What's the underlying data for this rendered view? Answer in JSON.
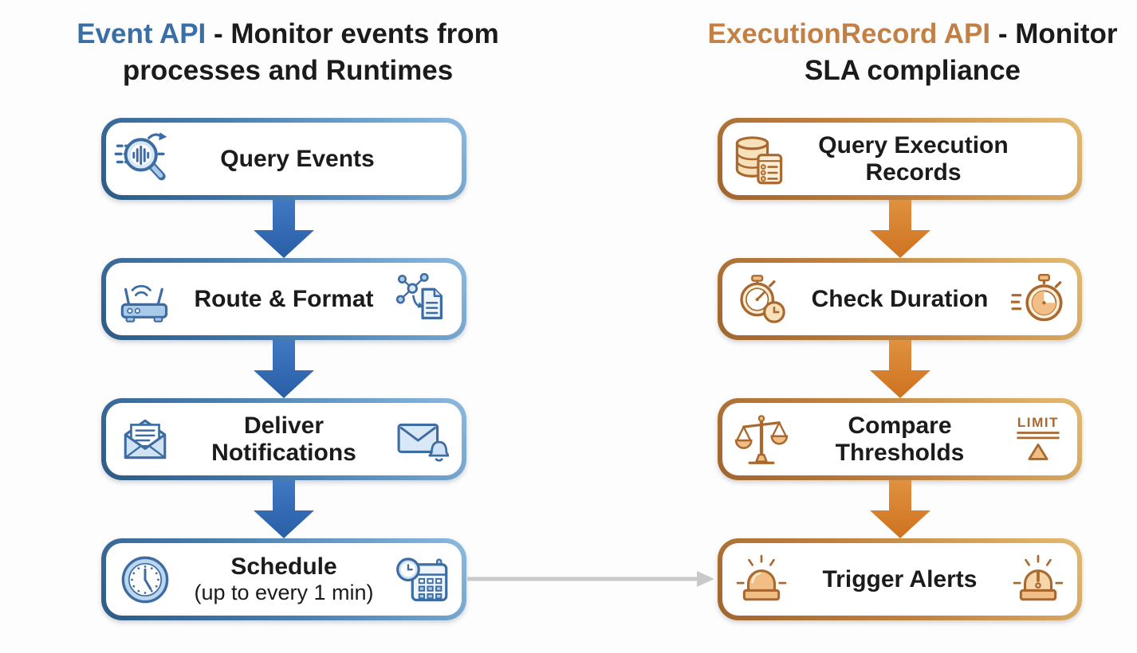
{
  "colors": {
    "event_api_accent": "#3a6fa5",
    "execution_api_accent": "#c28044",
    "blue_arrow": "#2f6cb5",
    "orange_arrow": "#d8812f",
    "connector_gray": "#c9c9c9",
    "text_dark": "#1b1b1b"
  },
  "left_flow": {
    "title_api": "Event API",
    "title_rest": " - Monitor events from processes and Runtimes",
    "steps": [
      {
        "label": "Query Events",
        "icons": [
          "search-waveform-icon"
        ]
      },
      {
        "label": "Route & Format",
        "icons": [
          "router-icon",
          "network-to-document-icon"
        ]
      },
      {
        "label": "Deliver Notifications",
        "icons": [
          "open-envelope-icon",
          "envelope-bell-icon"
        ]
      },
      {
        "label": "Schedule",
        "sublabel": "(up to every 1 min)",
        "icons": [
          "clock-icon",
          "calendar-clock-icon"
        ]
      }
    ]
  },
  "right_flow": {
    "title_api": "ExecutionRecord API",
    "title_rest": " - Monitor SLA compliance",
    "steps": [
      {
        "label": "Query Execution Records",
        "icons": [
          "database-records-icon"
        ]
      },
      {
        "label": "Check Duration",
        "icons": [
          "stopwatch-clock-icon",
          "stopwatch-speed-icon"
        ]
      },
      {
        "label": "Compare Thresholds",
        "icons": [
          "balance-scale-icon",
          "limit-threshold-icon"
        ]
      },
      {
        "label": "Trigger Alerts",
        "icons": [
          "siren-icon",
          "siren-exclamation-icon"
        ]
      }
    ]
  },
  "limit_icon_text": "LIMIT"
}
